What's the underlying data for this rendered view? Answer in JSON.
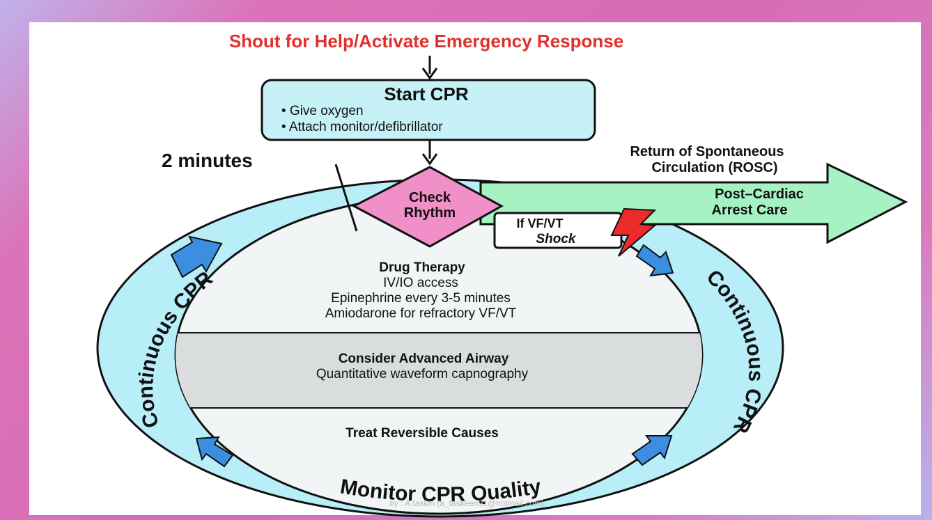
{
  "header": {
    "title": "Shout for Help/Activate Emergency Response"
  },
  "start_box": {
    "title": "Start CPR",
    "bullets": [
      "• Give oxygen",
      "• Attach monitor/defibrillator"
    ]
  },
  "timer_label": "2 minutes",
  "check_rhythm": {
    "line1": "Check",
    "line2": "Rhythm"
  },
  "shock_box": {
    "line1": "If VF/VT",
    "line2": "Shock"
  },
  "rosc": {
    "line1": "Return of Spontaneous",
    "line2": "Circulation (ROSC)"
  },
  "post_arrest": {
    "line1": "Post–Cardiac",
    "line2": "Arrest Care"
  },
  "ring_labels": {
    "left": "Continuous CPR",
    "right": "Continuous CPR",
    "bottom": "Monitor CPR Quality"
  },
  "drug_therapy": {
    "title": "Drug Therapy",
    "lines": [
      "IV/IO access",
      "Epinephrine every 3-5 minutes",
      "Amiodarone for refractory VF/VT"
    ]
  },
  "airway": {
    "title": "Consider Advanced Airway",
    "line": "Quantitative waveform capnography"
  },
  "causes": {
    "title": "Treat Reversible Causes"
  },
  "watermark": "by : A.taskin (a_taskeen91@hotmail.com)",
  "colors": {
    "title_red": "#e0302c",
    "ring_cyan": "#b8eef8",
    "box_cyan": "#c6f1f7",
    "diamond_pink": "#f08fc8",
    "arrow_green": "#a6f2c2",
    "blue_arrow": "#3c8fe0",
    "bolt_red": "#ee2b2b"
  }
}
